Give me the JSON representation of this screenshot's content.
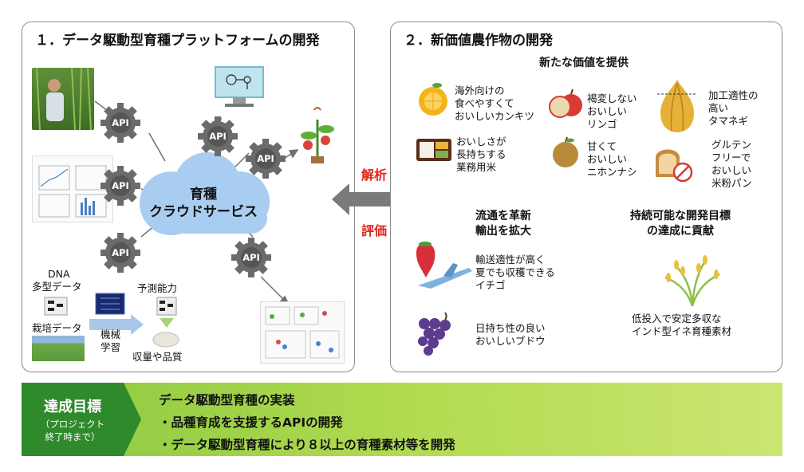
{
  "left_panel": {
    "title": "１．データ駆動型育種プラットフォームの開発",
    "cloud_label_1": "育種",
    "cloud_label_2": "クラウドサービス",
    "api_label": "API",
    "dna_label_1": "DNA",
    "dna_label_2": "多型データ",
    "cultivation_label": "栽培データ",
    "ml_label_1": "機械",
    "ml_label_2": "学習",
    "prediction_label": "予測能力",
    "yield_label": "収量や品質"
  },
  "center": {
    "analysis_label": "解析",
    "evaluation_label": "評価"
  },
  "right_panel": {
    "title": "２．新価値農作物の開発",
    "new_value_heading": "新たな価値を提供",
    "crops": [
      {
        "icon": "citrus-icon",
        "lines": [
          "海外向けの",
          "食べやすくて",
          "おいしいカンキツ"
        ]
      },
      {
        "icon": "apple-icon",
        "lines": [
          "褐変しない",
          "おいしい",
          "リンゴ"
        ]
      },
      {
        "icon": "onion-icon",
        "lines": [
          "加工適性の",
          "高い",
          "タマネギ"
        ]
      },
      {
        "icon": "rice-box-icon",
        "lines": [
          "おいしさが",
          "長持ちする",
          "業務用米"
        ]
      },
      {
        "icon": "pear-icon",
        "lines": [
          "甘くて",
          "おいしい",
          "ニホンナシ"
        ]
      },
      {
        "icon": "bread-icon",
        "lines": [
          "グルテン",
          "フリーで",
          "おいしい",
          "米粉パン"
        ]
      }
    ],
    "distribution_heading": [
      "流通を革新",
      "輸出を拡大"
    ],
    "strawberry_text": [
      "輸送適性が高く",
      "夏でも収穫できる",
      "イチゴ"
    ],
    "grape_text": [
      "日持ち性の良い",
      "おいしいブドウ"
    ],
    "sustainable_heading": [
      "持続可能な開発目標",
      "の達成に貢献"
    ],
    "rice_text": [
      "低投入で安定多収な",
      "インド型イネ育種素材"
    ]
  },
  "goal": {
    "title": "達成目標",
    "sub_1": "（プロジェクト",
    "sub_2": "終了時まで）",
    "line_1": "データ駆動型育種の実装",
    "line_2": "・品種育成を支援するAPIの開発",
    "line_3": "・データ駆動型育種により８以上の育種素材等を開発"
  },
  "colors": {
    "gear": "#6b6b6b",
    "cloud": "#a9cdf0",
    "arrow": "#7a7a7a",
    "accent_red": "#e0251b",
    "goal_green": "#2f8a2b",
    "bar_green": "#a6d44a"
  }
}
